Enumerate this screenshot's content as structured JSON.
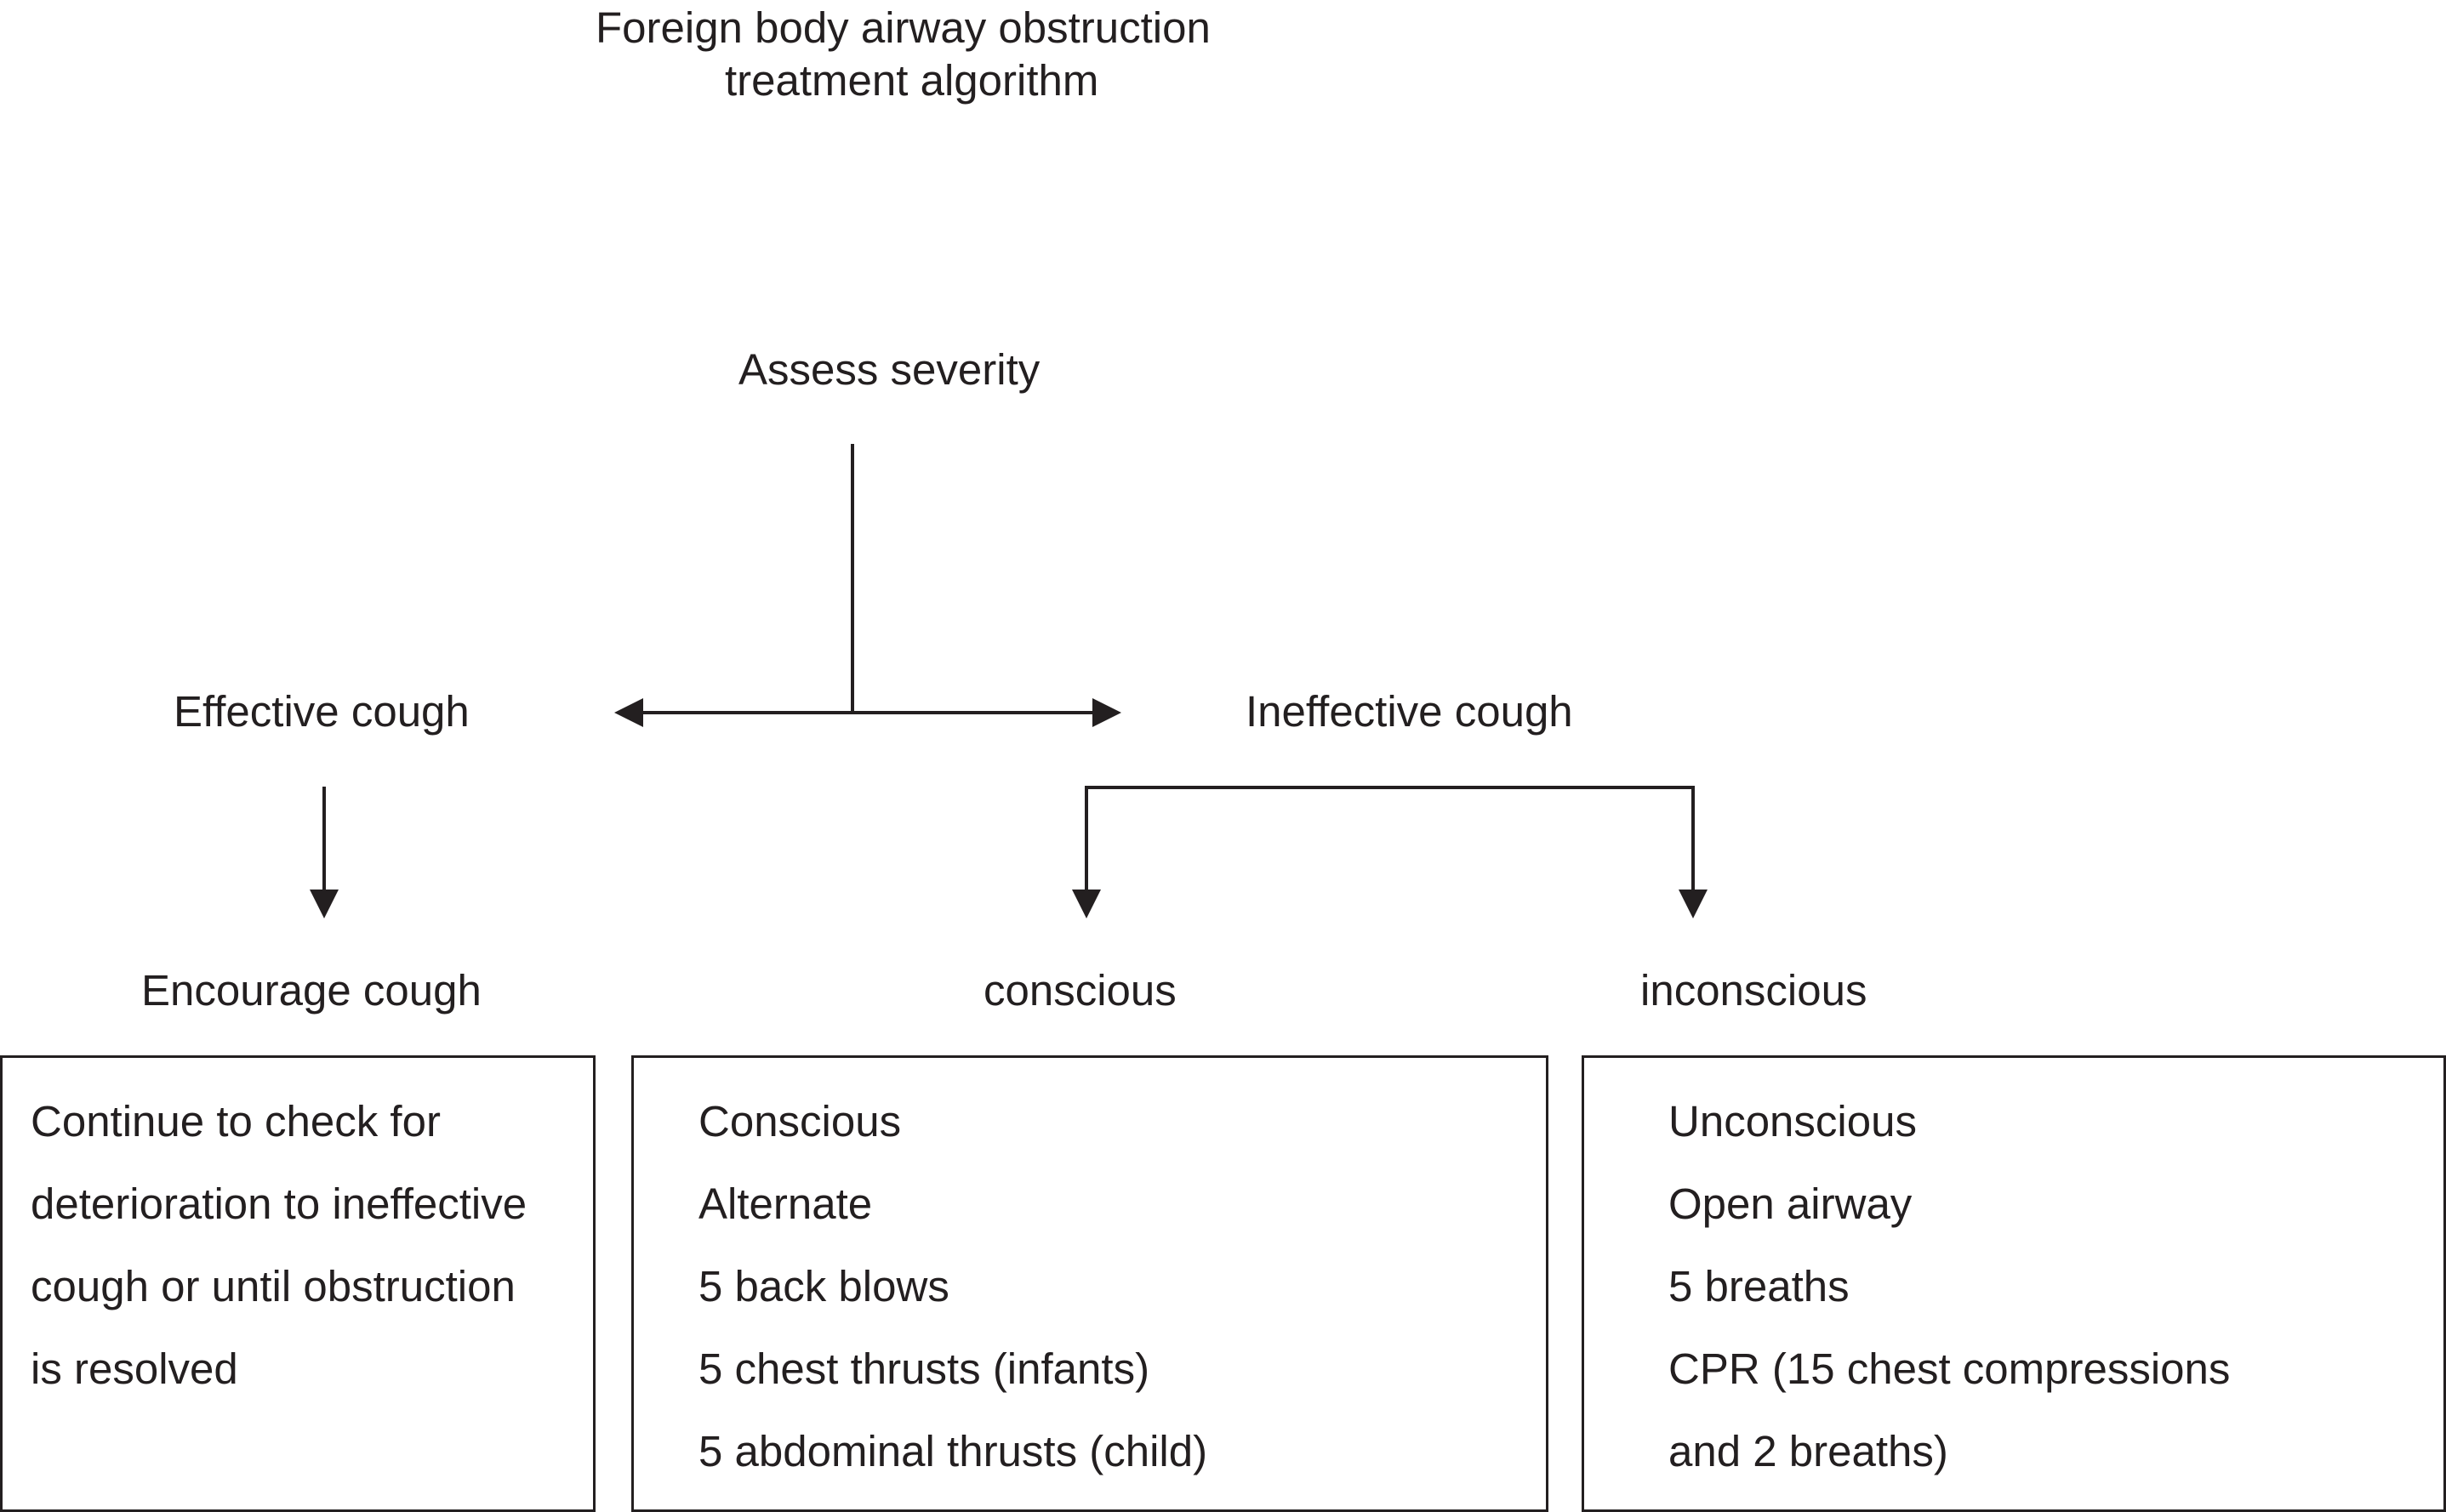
{
  "title": {
    "line1": "Foreign body airway obstruction",
    "line2": "treatment algorithm"
  },
  "nodes": {
    "assess": "Assess severity",
    "effective": "Effective cough",
    "ineffective": "Ineffective cough",
    "encourage": "Encourage cough",
    "conscious": "conscious",
    "unconscious": "inconscious"
  },
  "boxes": {
    "effective_box": [
      "Continue to check for",
      "deterioration to ineffective",
      "cough or until obstruction",
      "is resolved"
    ],
    "conscious_box": [
      "Conscious",
      "Alternate",
      "5 back blows",
      "5 chest thrusts (infants)",
      "5 abdominal thrusts (child)"
    ],
    "unconscious_box": [
      "Unconscious",
      "Open airway",
      "5 breaths",
      "CPR (15 chest compressions",
      "and 2 breaths)"
    ]
  },
  "colors": {
    "ink": "#231f20",
    "background": "#ffffff"
  }
}
